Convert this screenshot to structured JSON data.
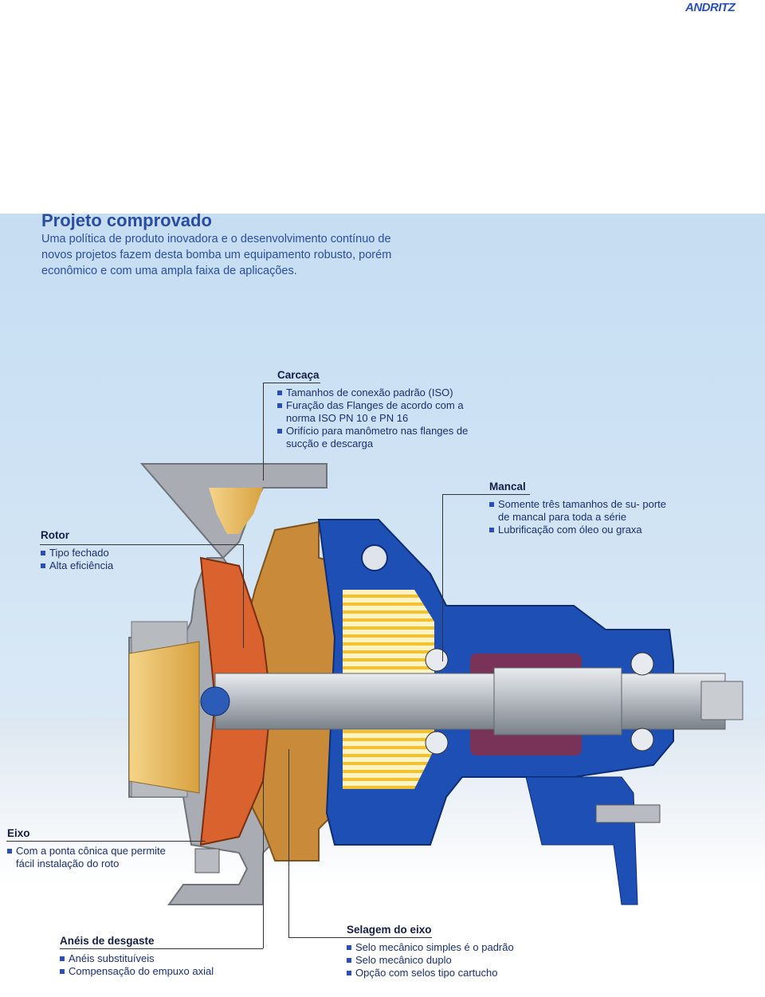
{
  "brand": {
    "logo_text": "ANDRITZ",
    "color": "#2b50b5"
  },
  "header": {
    "title": "Projeto comprovado",
    "intro": "Uma política de produto inovadora e o desenvolvimento contínuo de novos projetos fazem desta bomba um equipamento robusto, porém econômico e com uma ampla faixa de aplicações."
  },
  "callouts": {
    "carcaca": {
      "heading": "Carcaça",
      "items": [
        "Tamanhos de conexão padrão (ISO)",
        "Furação das Flanges de acordo com a norma ISO PN 10 e PN 16",
        "Orifício para manômetro nas flanges de sucção e descarga"
      ]
    },
    "mancal": {
      "heading": "Mancal",
      "items": [
        "Somente três tamanhos de su- porte de mancal para toda a série",
        "Lubrificação com óleo ou graxa"
      ]
    },
    "rotor": {
      "heading": "Rotor",
      "items": [
        "Tipo fechado",
        "Alta eficiência"
      ]
    },
    "eixo": {
      "heading": "Eixo",
      "items": [
        "Com a ponta cônica que permite fácil instalação do roto"
      ]
    },
    "aneis": {
      "heading": "Anéis de desgaste",
      "items": [
        "Anéis substituíveis",
        "Compensação do empuxo axial"
      ]
    },
    "selagem": {
      "heading": "Selagem do eixo",
      "items": [
        "Selo mecânico simples é o padrão",
        "Selo mecânico duplo",
        "Opção com selos tipo cartucho"
      ]
    }
  },
  "colors": {
    "casing": "#a9adb3",
    "bearing_housing": "#1e4fb4",
    "cover": "#c98a3a",
    "impeller": "#d9622e",
    "shaft": "#b8bcc2",
    "oil": "#f2c233",
    "motor": "#7a3358"
  }
}
